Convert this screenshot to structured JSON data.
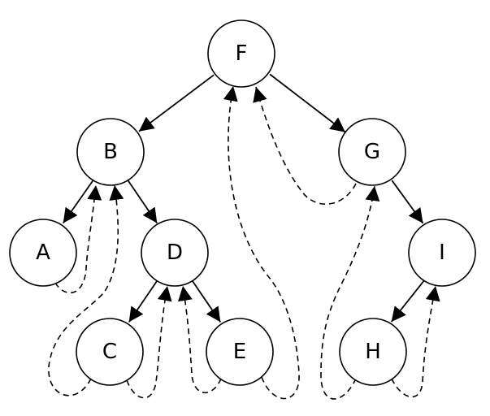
{
  "nodes": [
    {
      "id": "F",
      "label": "F"
    },
    {
      "id": "B",
      "label": "B"
    },
    {
      "id": "G",
      "label": "G"
    },
    {
      "id": "A",
      "label": "A"
    },
    {
      "id": "D",
      "label": "D"
    },
    {
      "id": "I",
      "label": "I"
    },
    {
      "id": "C",
      "label": "C"
    },
    {
      "id": "E",
      "label": "E"
    },
    {
      "id": "H",
      "label": "H"
    }
  ],
  "edges": [
    {
      "from": "F",
      "to": "B"
    },
    {
      "from": "F",
      "to": "G"
    },
    {
      "from": "B",
      "to": "A"
    },
    {
      "from": "B",
      "to": "D"
    },
    {
      "from": "D",
      "to": "C"
    },
    {
      "from": "D",
      "to": "E"
    },
    {
      "from": "G",
      "to": "I"
    },
    {
      "from": "I",
      "to": "H"
    }
  ],
  "threads": [
    {
      "from": "A",
      "to": "B"
    },
    {
      "from": "C",
      "to": "B"
    },
    {
      "from": "C",
      "to": "D"
    },
    {
      "from": "E",
      "to": "D"
    },
    {
      "from": "E",
      "to": "F"
    },
    {
      "from": "G",
      "to": "F"
    },
    {
      "from": "H",
      "to": "G"
    },
    {
      "from": "H",
      "to": "I"
    }
  ],
  "colors": {
    "line": "#000000",
    "node_fill": "#ffffff",
    "background": "#ffffff"
  }
}
